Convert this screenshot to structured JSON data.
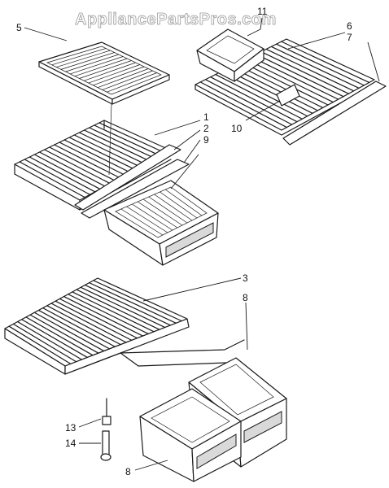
{
  "watermark": "AppliancePartsPros.com",
  "callouts": {
    "c1": "1",
    "c2": "2",
    "c3": "3",
    "c5": "5",
    "c6": "6",
    "c7": "7",
    "c8a": "8",
    "c8b": "8",
    "c9": "9",
    "c10": "10",
    "c11": "11",
    "c13": "13",
    "c14": "14"
  },
  "colors": {
    "line": "#1a1a1a",
    "background": "#ffffff",
    "watermark_outline": "#9a9a9a"
  }
}
